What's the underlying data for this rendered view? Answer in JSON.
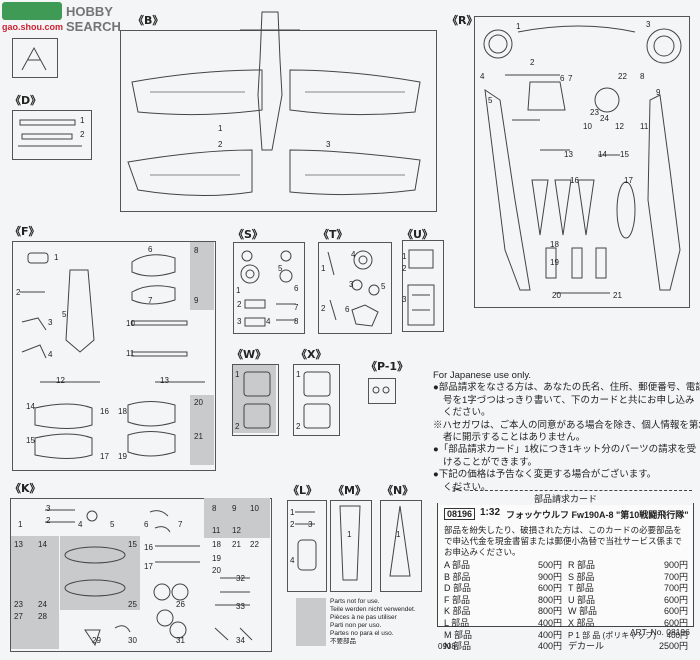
{
  "watermark": {
    "logo_title": "HOBBY SEARCH",
    "url": "gao.shou.com"
  },
  "sprues": {
    "B": "《B》",
    "D": "《D》",
    "R": "《R》",
    "F": "《F》",
    "S": "《S》",
    "T": "《T》",
    "U": "《U》",
    "W": "《W》",
    "X": "《X》",
    "P1": "《P-1》",
    "K": "《K》",
    "L": "《L》",
    "M": "《M》",
    "N": "《N》"
  },
  "notes": {
    "japan_only": "For Japanese use only.",
    "p1": "●部品請求をなさる方は、あなたの氏名、住所、郵便番号、電話番",
    "p2": "号を1字づつはっきり書いて、下のカードと共にお申し込み",
    "p3": "ください。",
    "p4": "※ハセガワは、ご本人の同意がある場合を除き、個人情報を第3",
    "p5": "者に開示することはありません。",
    "p6": "●「部品請求カード」1枚につき1キット分のパーツの請求を受",
    "p7": "けることができます。",
    "p8": "●下記の価格は予告なく変更する場合がございます。",
    "p9": "ください。"
  },
  "card": {
    "title": "部品請求カード",
    "code": "08196",
    "scale": "1:32",
    "kit_name": "フォッケウルフ Fw190A-8 \"第10戦闘飛行隊\"",
    "desc1": "部品を紛失したり、破損された方は、このカードの必要部品を",
    "desc2": "で申込代金を現金書留または郵便小為替で当社サービス係まで",
    "desc3": "お申込みください。",
    "prices_left": [
      {
        "part": "A 部品",
        "price": "500円"
      },
      {
        "part": "B 部品",
        "price": "900円"
      },
      {
        "part": "D 部品",
        "price": "600円"
      },
      {
        "part": "F 部品",
        "price": "800円"
      },
      {
        "part": "K 部品",
        "price": "800円"
      },
      {
        "part": "L 部品",
        "price": "400円"
      },
      {
        "part": "M 部品",
        "price": "400円"
      },
      {
        "part": "N 部品",
        "price": "400円"
      }
    ],
    "prices_right": [
      {
        "part": "R 部品",
        "price": "900円"
      },
      {
        "part": "S 部品",
        "price": "700円"
      },
      {
        "part": "T 部品",
        "price": "700円"
      },
      {
        "part": "U 部品",
        "price": "600円"
      },
      {
        "part": "W 部品",
        "price": "600円"
      },
      {
        "part": "X 部品",
        "price": "600円"
      },
      {
        "part": "P 1 部 品 (ポリキャップ)",
        "price": "400円"
      },
      {
        "part": "デカール",
        "price": "2500円"
      }
    ],
    "date_code": "0908",
    "art_no": "ART. No. 08196"
  },
  "unused_legend": {
    "l1": "Parts not for use.",
    "l2": "Teile werden nicht verwendet.",
    "l3": "Pièces à ne pas utiliser",
    "l4": "Parti non per uso.",
    "l5": "Partes no para el uso.",
    "l6": "不要部品"
  },
  "part_numbers": {
    "B": [
      "1",
      "2",
      "3"
    ],
    "D": [
      "1",
      "2"
    ],
    "R": [
      "1",
      "2",
      "3",
      "4",
      "5",
      "6",
      "7",
      "8",
      "9",
      "10",
      "11",
      "12",
      "13",
      "14",
      "15",
      "16",
      "17",
      "18",
      "19",
      "20",
      "21",
      "22",
      "23",
      "24"
    ],
    "F": [
      "1",
      "2",
      "3",
      "4",
      "5",
      "6",
      "7",
      "8",
      "9",
      "10",
      "11",
      "12",
      "13",
      "14",
      "15",
      "16",
      "17",
      "18",
      "19",
      "20",
      "21"
    ],
    "S": [
      "1",
      "2",
      "3",
      "4",
      "5",
      "6",
      "7",
      "8"
    ],
    "T": [
      "1",
      "2",
      "3",
      "4",
      "5",
      "6"
    ],
    "U": [
      "1",
      "2",
      "3"
    ],
    "W": [
      "1",
      "2"
    ],
    "X": [
      "1",
      "2"
    ],
    "K": [
      "1",
      "2",
      "3",
      "4",
      "5",
      "6",
      "7",
      "8",
      "9",
      "10",
      "11",
      "12",
      "13",
      "14",
      "15",
      "16",
      "17",
      "18",
      "19",
      "20",
      "21",
      "22",
      "23",
      "24",
      "25",
      "26",
      "27",
      "28",
      "29",
      "30",
      "31",
      "32",
      "33",
      "34"
    ],
    "L": [
      "1",
      "2",
      "3",
      "4"
    ],
    "M": [
      "1"
    ],
    "N": [
      "1"
    ]
  },
  "colors": {
    "unused_fill": "#c9cacb",
    "line": "#444444",
    "paper": "#f4f5f6",
    "watermark": "#1e8a3a"
  }
}
